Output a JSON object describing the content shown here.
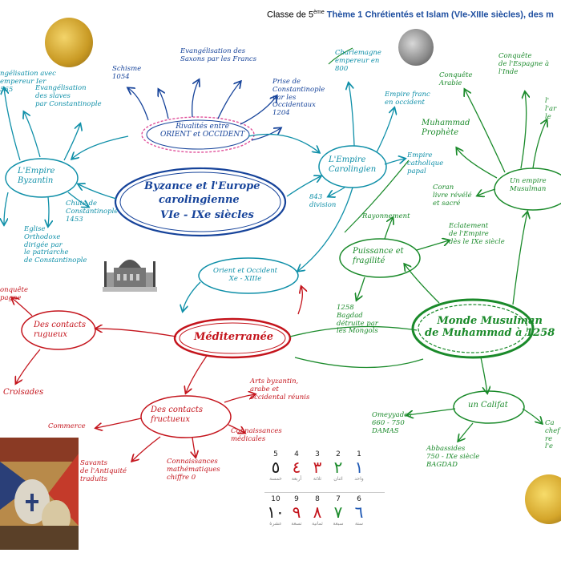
{
  "header": {
    "class_label": "Classe de 5",
    "class_sup": "ème",
    "theme": "Thème 1  Chrétientés et Islam (VIe-XIIIe siècles), des m"
  },
  "center": {
    "title_l1": "Byzance et l'Europe",
    "title_l2": "carolingienne",
    "title_l3": "VIe - IXe siècles"
  },
  "byzance": {
    "node": "L'Empire\nByzantin",
    "evang_top_left": "ngélisation avec\nempereur Ier\n565",
    "evang_slaves": "Evangélisation\ndes slaves\npar Constantinople",
    "chute": "Chute de\nConstantinople\n1453",
    "eglise": "Eglise\nOrthodoxe\ndirigée par\nle patriarche\nde Constantinople"
  },
  "rivalite": {
    "node": "Rivalités entre\nORIENT et OCCIDENT",
    "schisme": "Schisme\n1054",
    "saxons": "Evangélisation des\nSaxons par les Francs",
    "prise": "Prise de\nConstantinople\npar les\nOccidentaux\n1204"
  },
  "carolingien": {
    "node": "L'Empire\nCarolingien",
    "charlemagne": "Charlemagne\nempereur en\n800",
    "franc": "Empire franc\nen occident",
    "catholique": "Empire\ncatholique\npapal",
    "division": "843\ndivision"
  },
  "orient": {
    "node": "Orient et Occident\nXe - XIIIe"
  },
  "mediterranee": {
    "node": "Méditerranée",
    "rugueux": "Des contacts\nrugueux",
    "conquete": "onquête\npagne",
    "croisades": "Croisades",
    "fructueux": "Des contacts\nfructueux",
    "commerce": "Commerce",
    "arts": "Arts byzantin,\narabe et\noccidental réunis",
    "medicales": "Connaissances\nmédicales",
    "savants": "Savants\nde l'Antiquité\ntraduits",
    "maths": "Connaissances\nmathématiques\nchiffre 0"
  },
  "islam": {
    "node": "Monde Musulman\nde Muhammad à 1258",
    "muhammad": "Muhammad\nProphète",
    "conquete_arabie": "Conquête\nArabie",
    "conquete_espagne": "Conquête\nde l'Espagne à\nl'Inde",
    "empire_musulman": "Un empire\nMusulman",
    "coran": "Coran\nlivre révélé\net sacré",
    "puissance": "Puissance et\nfragilité",
    "rayonnement": "Rayonnement",
    "eclatement": "Eclatement\nde l'Empire\ndès le IXe siècle",
    "bagdad_detruite": "1258\nBagdad\ndétruite par\nles Mongols",
    "califat": "un Califat",
    "omeyyades": "Omeyyades\n660 - 750\nDAMAS",
    "abbassides": "Abbassides\n750 - IXe siècle\nBAGDAD",
    "right_frag": "l'\nl'ar\nle",
    "right_frag2": "Ca\nchef\nre\nl'e"
  },
  "numerals": [
    {
      "w": "5",
      "a": "٥",
      "n": "خمسة"
    },
    {
      "w": "4",
      "a": "٤",
      "n": "أربعة"
    },
    {
      "w": "3",
      "a": "٣",
      "n": "ثلاثة"
    },
    {
      "w": "2",
      "a": "٢",
      "n": "اثنان"
    },
    {
      "w": "1",
      "a": "١",
      "n": "واحد"
    },
    {
      "w": "10",
      "a": "١٠",
      "n": "عشرة"
    },
    {
      "w": "9",
      "a": "٩",
      "n": "تسعة"
    },
    {
      "w": "8",
      "a": "٨",
      "n": "ثمانية"
    },
    {
      "w": "7",
      "a": "٧",
      "n": "سبعة"
    },
    {
      "w": "6",
      "a": "٦",
      "n": "ستة"
    }
  ],
  "numeral_colors": [
    "#1a1a1a",
    "#c4141c",
    "#c4141c",
    "#1a8a2a",
    "#1e58b4",
    "#1a1a1a",
    "#c4141c",
    "#c4141c",
    "#1a8a2a",
    "#1e58b4"
  ],
  "colors": {
    "byzance": "#0e8fa8",
    "center": "#16439a",
    "rivalite": "#e0509a",
    "mediterranee": "#c4141c",
    "islam": "#1a8a2a"
  }
}
